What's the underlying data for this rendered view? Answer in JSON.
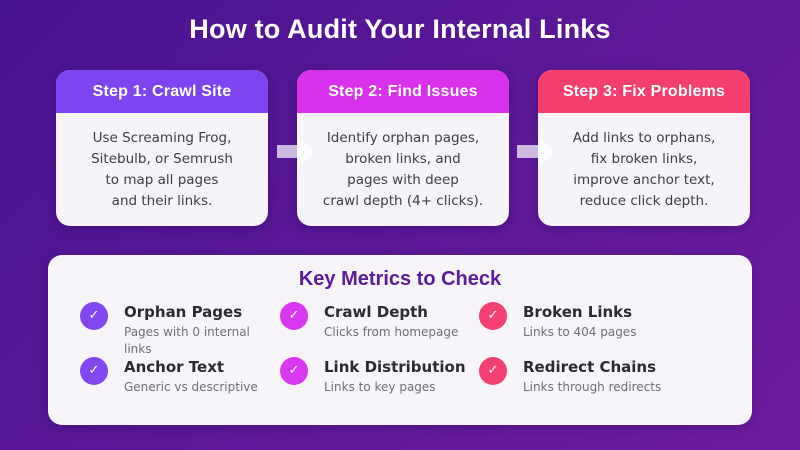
{
  "title": "How to Audit Your Internal Links",
  "colors": {
    "bg_gradient_from": "#481390",
    "bg_gradient_to": "#6d1c9e",
    "card_body_bg": "#f6f4f9",
    "panel_bg": "#f7f5fa",
    "metrics_heading": "#5b1b9b",
    "step1_accent": "#7c45f1",
    "step2_accent": "#d831ec",
    "step3_accent": "#f43f6e"
  },
  "steps": [
    {
      "label": "Step 1: Crawl Site",
      "body": "Use Screaming Frog,\nSitebulb, or Semrush\nto map all pages\nand their links.",
      "accent": "#7c45f1"
    },
    {
      "label": "Step 2: Find Issues",
      "body": "Identify orphan pages,\nbroken links, and\npages with deep\ncrawl depth (4+ clicks).",
      "accent": "#d831ec"
    },
    {
      "label": "Step 3: Fix Problems",
      "body": "Add links to orphans,\nfix broken links,\nimprove anchor text,\nreduce click depth.",
      "accent": "#f43f6e"
    }
  ],
  "metrics_section": {
    "heading": "Key Metrics to Check",
    "check_icon": "✓",
    "items": [
      {
        "title": "Orphan Pages",
        "subtitle": "Pages with 0 internal links",
        "accent": "#8148f2"
      },
      {
        "title": "Crawl Depth",
        "subtitle": "Clicks from homepage",
        "accent": "#d838f0"
      },
      {
        "title": "Broken Links",
        "subtitle": "Links to 404 pages",
        "accent": "#f43f72"
      },
      {
        "title": "Anchor Text",
        "subtitle": "Generic vs descriptive",
        "accent": "#8148f2"
      },
      {
        "title": "Link Distribution",
        "subtitle": "Links to key pages",
        "accent": "#d838f0"
      },
      {
        "title": "Redirect Chains",
        "subtitle": "Links through redirects",
        "accent": "#f43f72"
      }
    ]
  }
}
